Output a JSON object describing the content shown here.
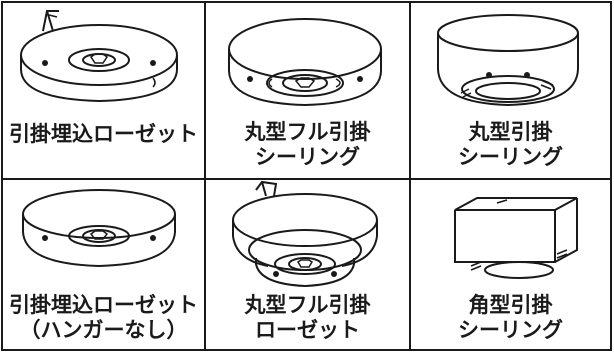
{
  "cells": [
    {
      "line1": "引掛埋込ローゼット",
      "line2": "",
      "icon": "flush-rosette-with-hanger-icon"
    },
    {
      "line1": "丸型フル引掛",
      "line2": "シーリング",
      "icon": "round-full-ceiling-icon"
    },
    {
      "line1": "丸型引掛",
      "line2": "シーリング",
      "icon": "round-ceiling-icon"
    },
    {
      "line1": "引掛埋込ローゼット",
      "line2": "（ハンガーなし）",
      "icon": "flush-rosette-no-hanger-icon"
    },
    {
      "line1": "丸型フル引掛",
      "line2": "ローゼット",
      "icon": "round-full-rosette-icon"
    },
    {
      "line1": "角型引掛",
      "line2": "シーリング",
      "icon": "square-ceiling-icon"
    }
  ]
}
